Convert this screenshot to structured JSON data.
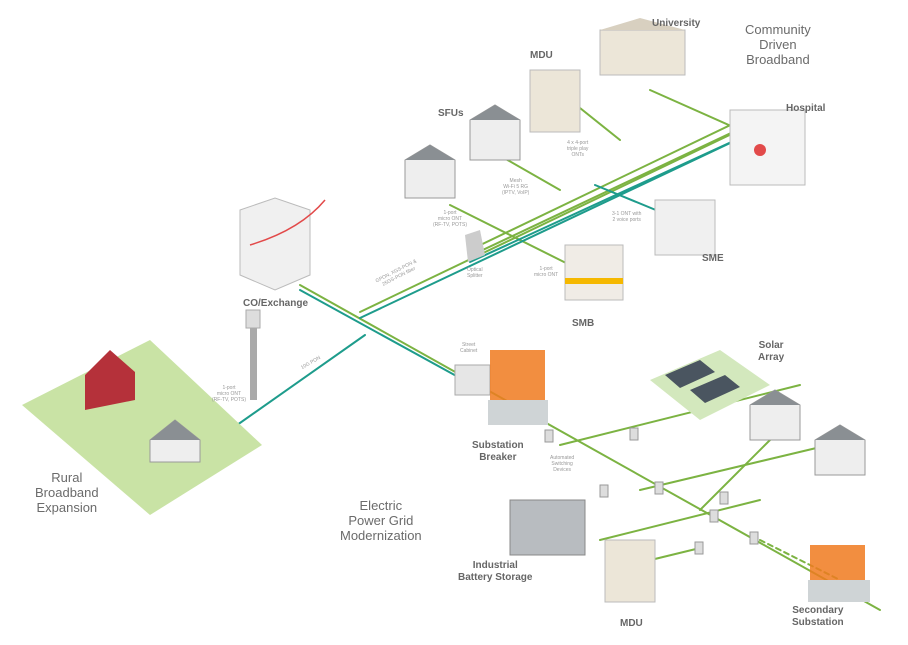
{
  "colors": {
    "fiber_green": "#7cb342",
    "fiber_teal": "#1e9c8c",
    "building": "#eeeeee",
    "roof": "#8a8f93",
    "orange": "#f07a1e",
    "grass": "#c9e3a5"
  },
  "regions": {
    "community": [
      "Community",
      "Driven",
      "Broadband"
    ],
    "rural": [
      "Rural",
      "Broadband",
      "Expansion"
    ],
    "grid": [
      "Electric",
      "Power Grid",
      "Modernization"
    ]
  },
  "labels": {
    "university": "University",
    "mdu_top": "MDU",
    "sfus": "SFUs",
    "hospital": "Hospital",
    "sme": "SME",
    "smb": "SMB",
    "co_exchange": "CO/Exchange",
    "solar_array": [
      "Solar",
      "Array"
    ],
    "substation_breaker": [
      "Substation",
      "Breaker"
    ],
    "battery_storage": [
      "Industrial",
      "Battery Storage"
    ],
    "mdu_bottom": "MDU",
    "secondary_substation": [
      "Secondary",
      "Substation"
    ]
  },
  "annotations": {
    "ont_4x4": [
      "4 x 4-port",
      "triple play",
      "ONTs"
    ],
    "mesh_rg": [
      "Mesh",
      "Wi-Fi 5 RG",
      "(IPTV, VoIP)"
    ],
    "micro_ont_sfu": [
      "1-port",
      "micro ONT",
      "(RF-TV, POTS)"
    ],
    "ont_3_1": [
      "3-1 ONT with",
      "2 voice ports"
    ],
    "micro_ont_smb": [
      "1-port",
      "micro ONT"
    ],
    "optical_splitter": [
      "Optical",
      "Splitter"
    ],
    "pon_label": [
      "GPON, XGS-PON &",
      "25GS-PON fiber"
    ],
    "micro_ont_rural": [
      "1-port",
      "micro ONT",
      "(RF-TV, POTS)"
    ],
    "pon_rural": "10G PON",
    "street_cabinet": [
      "Street",
      "Cabinet"
    ],
    "switching": [
      "Automated",
      "Switching",
      "Devices"
    ]
  }
}
